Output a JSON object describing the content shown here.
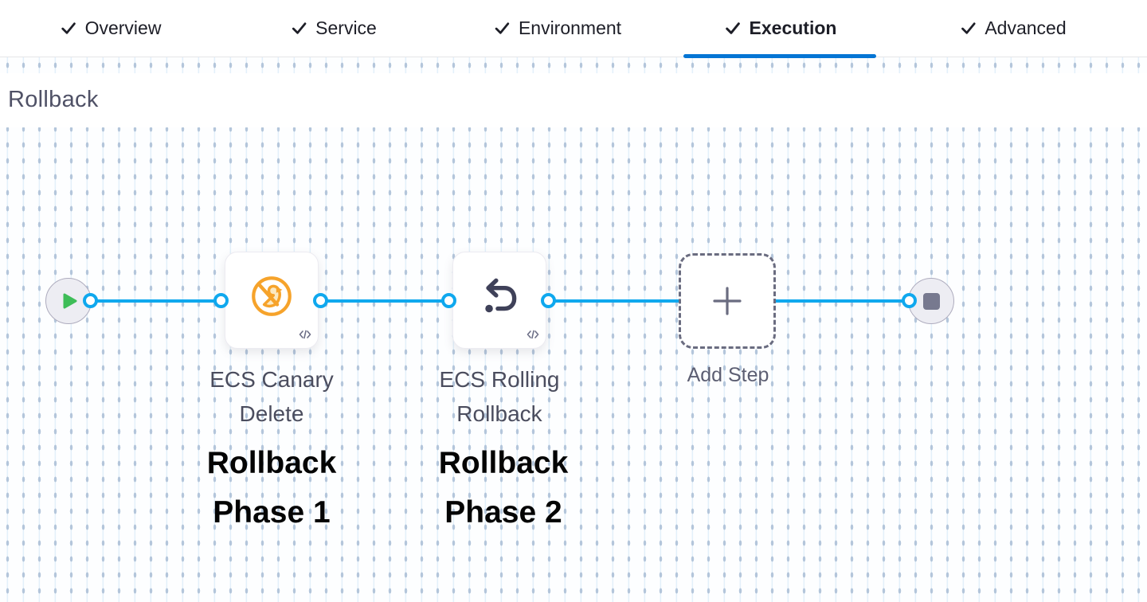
{
  "colors": {
    "connector_blue": "#0FA8EE",
    "active_tab_underline": "#0575D4",
    "play_green": "#3EBD58",
    "canary_orange": "#F6A32B",
    "icon_slate": "#3F4159",
    "node_fill": "#EDEDF3",
    "grid_dash": "#B4C6DB"
  },
  "tab_bar": {
    "tabs": [
      {
        "label": "Overview",
        "icon": "check-icon",
        "state": "completed"
      },
      {
        "label": "Service",
        "icon": "check-icon",
        "state": "completed"
      },
      {
        "label": "Environment",
        "icon": "check-icon",
        "state": "completed"
      },
      {
        "label": "Execution",
        "icon": "check-icon",
        "state": "completed-active"
      },
      {
        "label": "Advanced",
        "icon": "check-icon",
        "state": "completed"
      }
    ]
  },
  "section": {
    "title": "Rollback"
  },
  "graph": {
    "start_node": {
      "icon": "play-icon"
    },
    "end_node": {
      "icon": "stop-icon"
    },
    "steps": [
      {
        "name": "ECS Canary Delete",
        "icon": "canary-delete-icon",
        "badge": "code-icon",
        "annotation": "Rollback Phase 1"
      },
      {
        "name": "ECS Rolling Rollback",
        "icon": "rollback-arrow-icon",
        "badge": "code-icon",
        "annotation": "Rollback Phase 2"
      }
    ],
    "add_step": {
      "label": "Add Step",
      "icon": "plus-icon"
    }
  }
}
